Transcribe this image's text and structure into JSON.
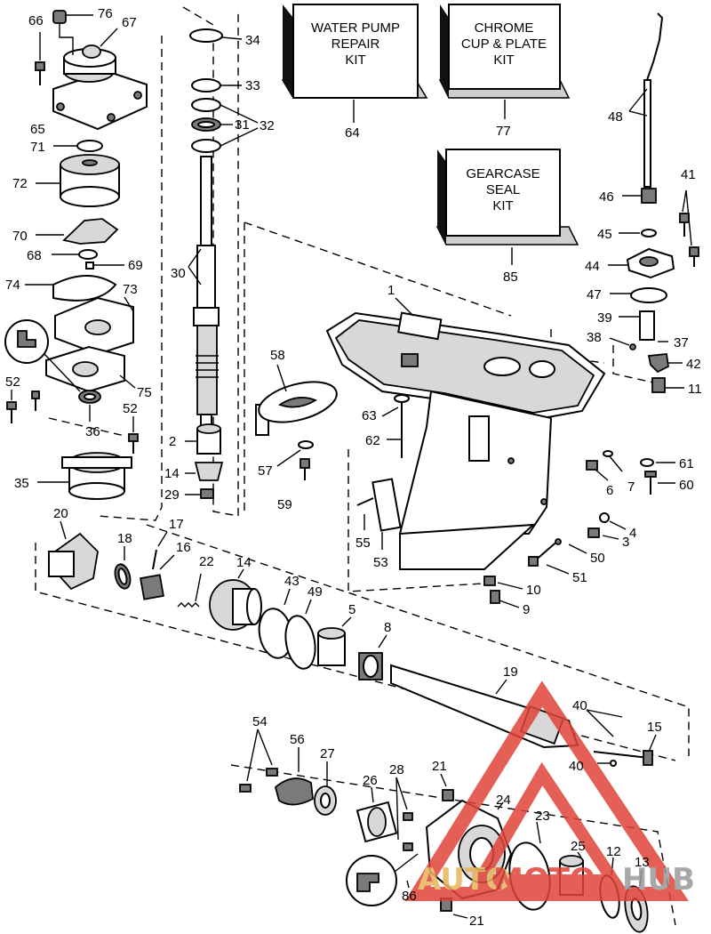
{
  "kits": {
    "water_pump": {
      "line1": "WATER PUMP",
      "line2": "REPAIR",
      "line3": "KIT",
      "ref": "64"
    },
    "chrome": {
      "line1": "CHROME",
      "line2": "CUP & PLATE",
      "line3": "KIT",
      "ref": "77"
    },
    "gearcase": {
      "line1": "GEARCASE",
      "line2": "SEAL",
      "line3": "KIT",
      "ref": "85"
    }
  },
  "callouts": {
    "c66": "66",
    "c76": "76",
    "c67": "67",
    "c34": "34",
    "c33": "33",
    "c31": "31",
    "c32": "32",
    "c65": "65",
    "c71": "71",
    "c72": "72",
    "c70": "70",
    "c68": "68",
    "c69": "69",
    "c74": "74",
    "c73": "73",
    "c75": "75",
    "c52a": "52",
    "c52b": "52",
    "c36": "36",
    "c35": "35",
    "c30": "30",
    "c2": "2",
    "c14a": "14",
    "c29": "29",
    "c58": "58",
    "c57": "57",
    "c59": "59",
    "c63": "63",
    "c62": "62",
    "c1": "1",
    "c48": "48",
    "c41": "41",
    "c46": "46",
    "c45": "45",
    "c44": "44",
    "c47": "47",
    "c39": "39",
    "c38": "38",
    "c37": "37",
    "c42": "42",
    "c11": "11",
    "c61": "61",
    "c60": "60",
    "c6": "6",
    "c7": "7",
    "c4": "4",
    "c3": "3",
    "c50": "50",
    "c51": "51",
    "c55": "55",
    "c53": "53",
    "c10": "10",
    "c9": "9",
    "c20": "20",
    "c18": "18",
    "c17": "17",
    "c16": "16",
    "c22": "22",
    "c14b": "14",
    "c43": "43",
    "c49": "49",
    "c5": "5",
    "c8": "8",
    "c19": "19",
    "c40a": "40",
    "c40b": "40",
    "c15": "15",
    "c54": "54",
    "c56": "56",
    "c27": "27",
    "c26": "26",
    "c28": "28",
    "c21a": "21",
    "c21b": "21",
    "c24": "24",
    "c23": "23",
    "c25": "25",
    "c12": "12",
    "c13": "13",
    "c86": "86"
  },
  "watermark": {
    "part1": "AUTO",
    "part2": "MOTO",
    "part3": "HUB",
    "accent_color": "#e0453a",
    "gold_color": "#e8b45a",
    "gray_color": "#9a9a9a"
  }
}
